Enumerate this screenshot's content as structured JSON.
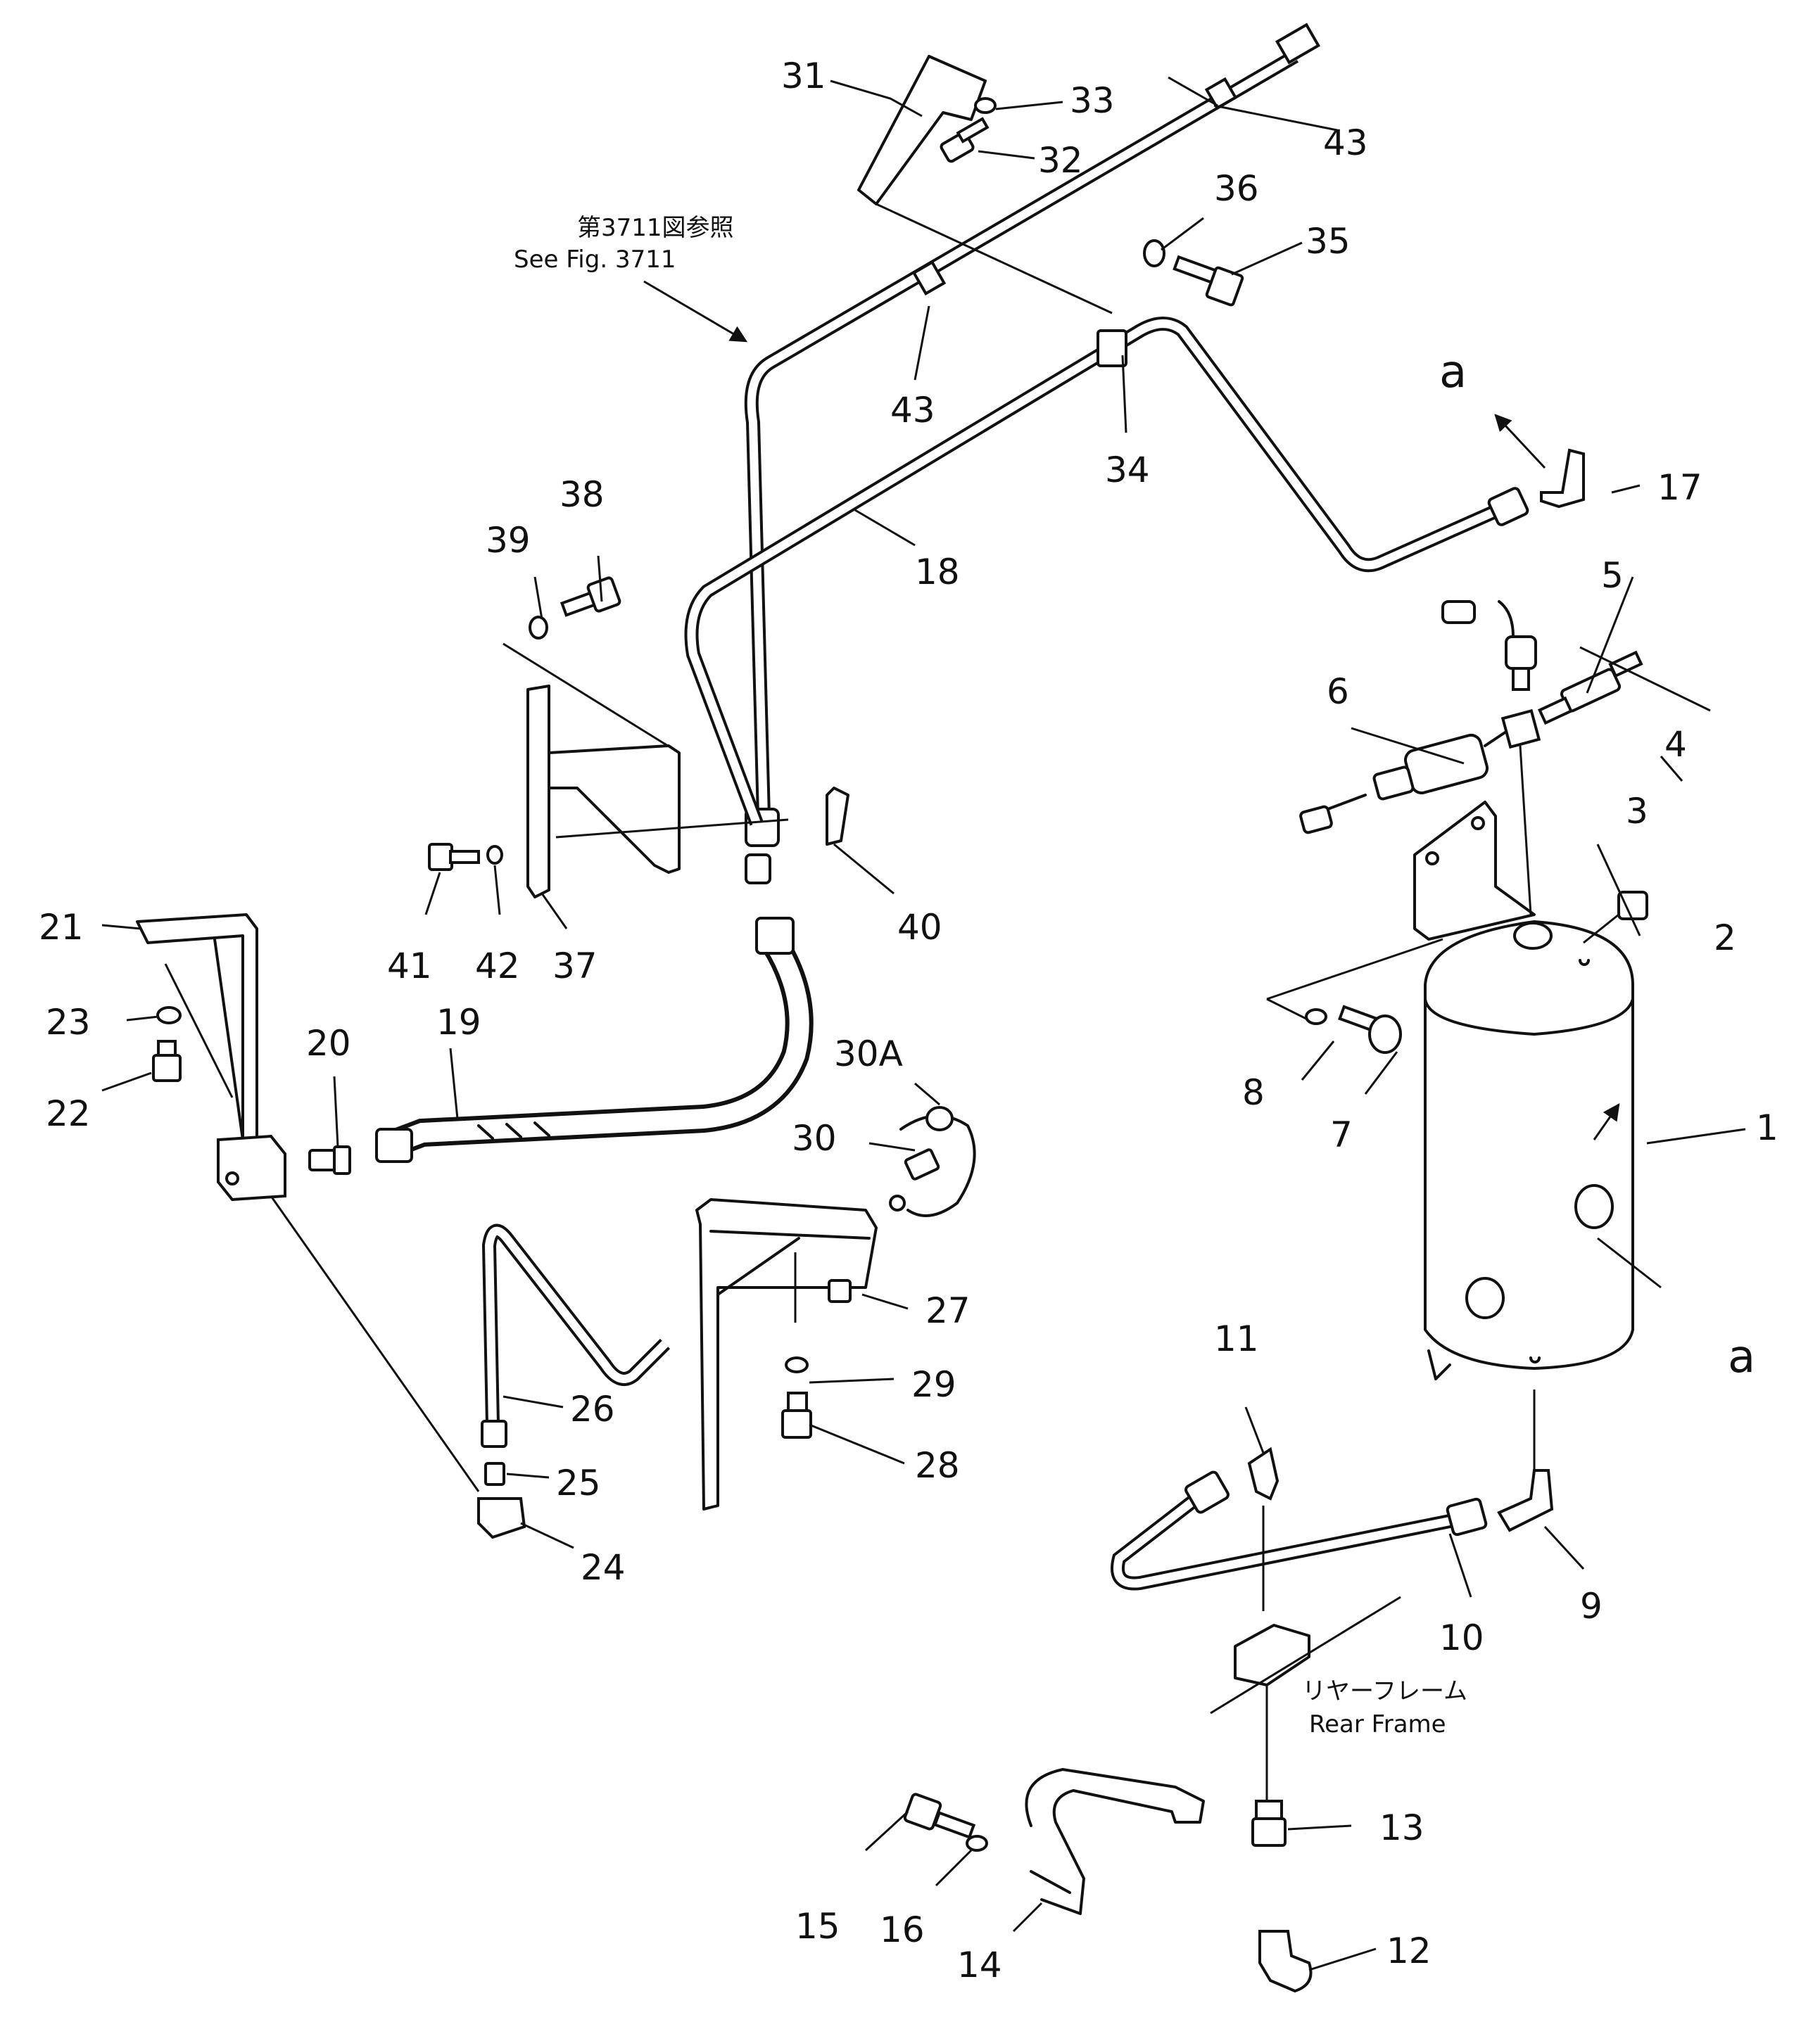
{
  "references": {
    "fig_note_jp": "第3711図参照",
    "fig_note_en": "See Fig. 3711",
    "rear_frame_jp": "リヤーフレーム",
    "rear_frame_en": "Rear Frame",
    "arrow_a_top": "a",
    "arrow_a_tank": "a"
  },
  "callouts": [
    "1",
    "2",
    "3",
    "4",
    "5",
    "6",
    "7",
    "8",
    "9",
    "10",
    "11",
    "12",
    "13",
    "14",
    "15",
    "16",
    "17",
    "18",
    "19",
    "20",
    "21",
    "22",
    "23",
    "24",
    "25",
    "26",
    "27",
    "28",
    "29",
    "30",
    "30A",
    "31",
    "32",
    "33",
    "34",
    "35",
    "36",
    "37",
    "38",
    "39",
    "40",
    "41",
    "42",
    "43",
    "43"
  ]
}
